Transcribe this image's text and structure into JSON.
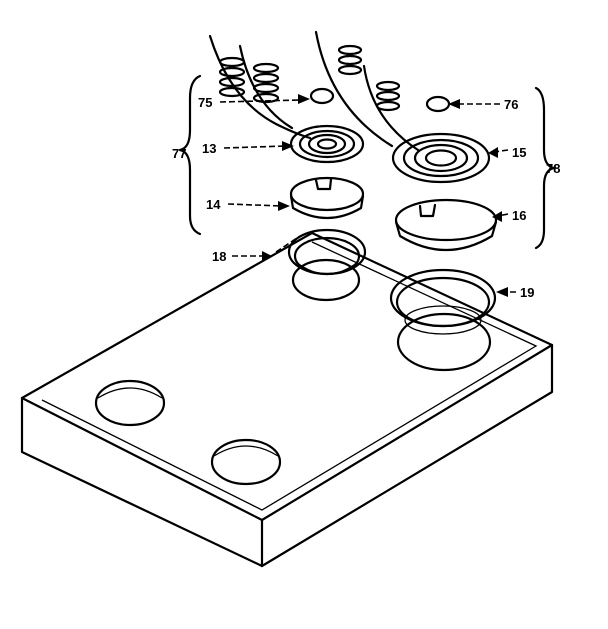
{
  "labels": {
    "coil_conn_left": "75",
    "coil_conn_right": "76",
    "element_small": "13",
    "element_large": "15",
    "group_left": "77",
    "group_right": "78",
    "drip_pan_left": "14",
    "drip_pan_right": "16",
    "trim_ring_left": "18",
    "trim_ring_right": "19"
  }
}
